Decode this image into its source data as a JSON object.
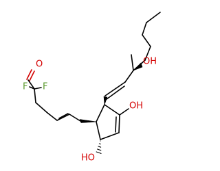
{
  "molecule": {
    "atoms": {
      "aldehyde_o": {
        "text": "O",
        "element": "O",
        "color": "#d40000"
      },
      "fluorine_1": {
        "text": "F",
        "element": "F",
        "color": "#5a9a2c"
      },
      "fluorine_2": {
        "text": "F",
        "element": "F",
        "color": "#5a9a2c"
      },
      "side_chain_hydroxyl": {
        "text": "OH",
        "element": "O",
        "color": "#d40000"
      },
      "ring_enol_hydroxyl": {
        "text": "OH",
        "element": "O",
        "color": "#d40000"
      },
      "ring_hydroxyl": {
        "text": "HO",
        "element": "O",
        "color": "#d40000"
      }
    },
    "bond_color": "#000000"
  }
}
